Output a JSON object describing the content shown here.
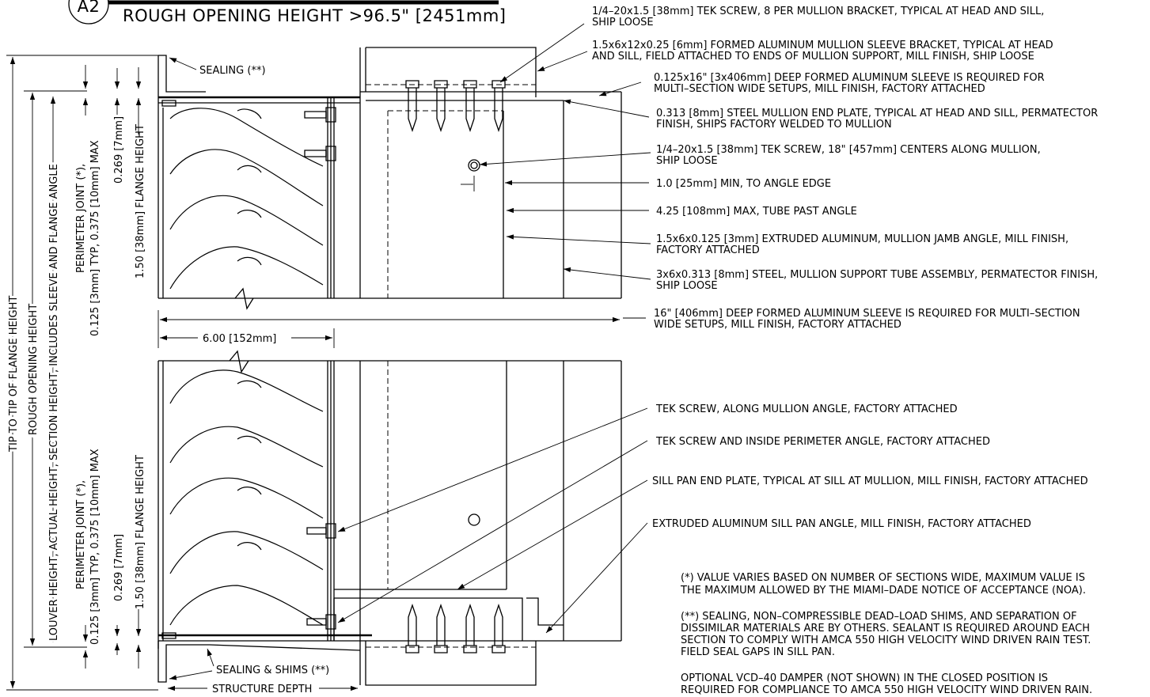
{
  "detail": {
    "tag": "A2",
    "title": "ROUGH OPENING HEIGHT >96.5\" [2451mm]"
  },
  "callouts_upper": [
    {
      "lines": [
        "1/4–20x1.5 [38mm] TEK SCREW, 8 PER MULLION BRACKET, TYPICAL AT HEAD AND SILL,",
        "SHIP LOOSE"
      ]
    },
    {
      "lines": [
        "1.5x6x12x0.25 [6mm] FORMED ALUMINUM MULLION SLEEVE BRACKET, TYPICAL AT HEAD",
        "AND SILL, FIELD ATTACHED TO ENDS OF MULLION SUPPORT, MILL FINISH, SHIP LOOSE"
      ]
    },
    {
      "lines": [
        "0.125x16\" [3x406mm] DEEP FORMED ALUMINUM SLEEVE IS REQUIRED FOR",
        "MULTI–SECTION WIDE SETUPS, MILL FINISH, FACTORY ATTACHED"
      ]
    },
    {
      "lines": [
        "0.313 [8mm] STEEL MULLION END PLATE, TYPICAL AT HEAD AND SILL, PERMATECTOR",
        "FINISH, SHIPS FACTORY WELDED TO MULLION"
      ]
    },
    {
      "lines": [
        "1/4–20x1.5 [38mm] TEK SCREW, 18\" [457mm] CENTERS ALONG MULLION,",
        "SHIP LOOSE"
      ]
    },
    {
      "lines": [
        "1.0 [25mm] MIN, TO ANGLE EDGE"
      ]
    },
    {
      "lines": [
        "4.25 [108mm] MAX, TUBE PAST ANGLE"
      ]
    },
    {
      "lines": [
        "1.5x6x0.125 [3mm] EXTRUDED ALUMINUM, MULLION JAMB ANGLE, MILL FINISH,",
        "FACTORY ATTACHED"
      ]
    },
    {
      "lines": [
        "3x6x0.313 [8mm] STEEL, MULLION SUPPORT TUBE ASSEMBLY, PERMATECTOR FINISH,",
        "SHIP LOOSE"
      ]
    },
    {
      "lines": [
        "16\" [406mm] DEEP FORMED ALUMINUM SLEEVE IS REQUIRED FOR MULTI–SECTION",
        "WIDE SETUPS, MILL FINISH, FACTORY ATTACHED"
      ]
    }
  ],
  "callouts_lower": [
    {
      "text": "TEK SCREW, ALONG MULLION ANGLE, FACTORY ATTACHED"
    },
    {
      "text": "TEK SCREW AND INSIDE PERIMETER ANGLE, FACTORY ATTACHED"
    },
    {
      "text": "SILL PAN END PLATE, TYPICAL AT SILL AT MULLION, MILL FINISH, FACTORY ATTACHED"
    },
    {
      "text": "EXTRUDED ALUMINUM SILL PAN ANGLE, MILL FINISH, FACTORY ATTACHED"
    }
  ],
  "notes": [
    {
      "lines": [
        "(*) VALUE VARIES BASED ON NUMBER OF SECTIONS WIDE, MAXIMUM VALUE IS",
        "THE MAXIMUM ALLOWED BY THE MIAMI–DADE NOTICE OF ACCEPTANCE (NOA)."
      ]
    },
    {
      "lines": [
        "(**) SEALING, NON–COMPRESSIBLE DEAD–LOAD SHIMS, AND SEPARATION OF",
        "DISSIMILAR MATERIALS ARE BY OTHERS. SEALANT IS REQUIRED AROUND EACH",
        "SECTION TO COMPLY WITH AMCA 550 HIGH VELOCITY WIND DRIVEN RAIN TEST.",
        "FIELD SEAL GAPS IN SILL PAN."
      ]
    },
    {
      "lines": [
        "OPTIONAL VCD–40 DAMPER (NOT SHOWN) IN THE CLOSED POSITION IS",
        "REQUIRED FOR COMPLIANCE TO AMCA 550 HIGH VELOCITY WIND DRIVEN RAIN."
      ]
    }
  ],
  "labels": {
    "sealing_top": "SEALING (**)",
    "sealing_shims": "SEALING & SHIMS (**)",
    "structure_depth": "STRUCTURE DEPTH",
    "louver_depth": "6.00 [152mm]"
  },
  "vertical_dims": {
    "tip_to_tip": "TIP TO TIP OF FLANGE HEIGHT",
    "rough_opening": "ROUGH OPENING HEIGHT",
    "louver_height": "LOUVER HEIGHT, ACTUAL HEIGHT, SECTION HEIGHT, INCLUDES SLEEVE AND FLANGE ANGLE",
    "perimeter_joint_top_1": "PERIMETER JOINT (*),",
    "perimeter_joint_top_2": "0.125 [3mm] TYP, 0.375 [10mm] MAX",
    "flange_gap_top": "0.269 [7mm]",
    "flange_height_top": "1.50 [38mm] FLANGE HEIGHT",
    "perimeter_joint_bottom_1": "PERIMETER JOINT (*),",
    "perimeter_joint_bottom_2": "0.125 [3mm] TYP, 0.375 [10mm] MAX",
    "flange_gap_bottom": "0.269 [7mm]",
    "flange_height_bottom": "1.50 [38mm] FLANGE HEIGHT"
  }
}
